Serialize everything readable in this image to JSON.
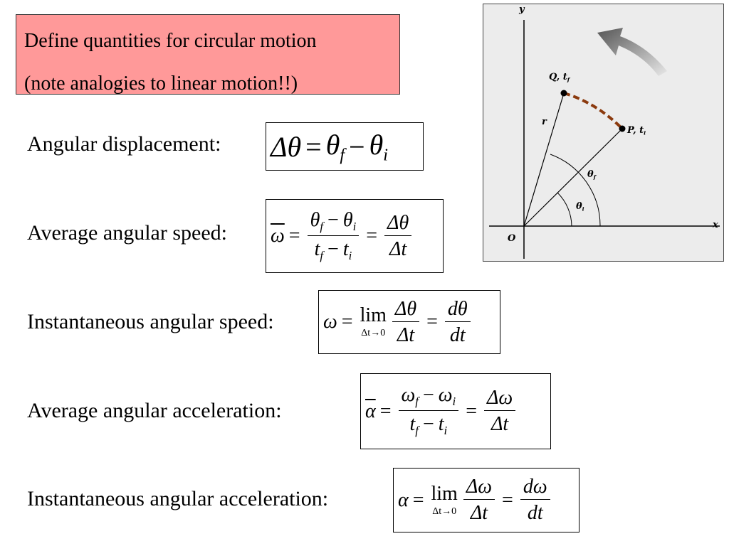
{
  "title": {
    "line1": "Define quantities for circular motion",
    "line2": "(note analogies to linear motion!!)"
  },
  "rows": [
    {
      "label": "Angular displacement:"
    },
    {
      "label": "Average angular speed:"
    },
    {
      "label": "Instantaneous angular speed:"
    },
    {
      "label": "Average angular acceleration:"
    },
    {
      "label": "Instantaneous angular acceleration:"
    }
  ],
  "equations": {
    "displacement": {
      "lhs": "Δθ",
      "eq": "=",
      "t1": "θ",
      "s1": "f",
      "minus": "−",
      "t2": "θ",
      "s2": "i"
    },
    "avg_speed": {
      "lhs": "ω",
      "eq": "=",
      "num_a": "θ",
      "num_a_sub": "f",
      "num_minus": "−",
      "num_b": "θ",
      "num_b_sub": "i",
      "den_a": "t",
      "den_a_sub": "f",
      "den_minus": "−",
      "den_b": "t",
      "den_b_sub": "i",
      "eq2": "=",
      "num2": "Δθ",
      "den2": "Δt"
    },
    "inst_speed": {
      "lhs": "ω",
      "eq": "=",
      "lim": "lim",
      "lim_sub": "Δt→0",
      "num1": "Δθ",
      "den1": "Δt",
      "eq2": "=",
      "num2": "dθ",
      "den2": "dt"
    },
    "avg_accel": {
      "lhs": "α",
      "eq": "=",
      "num_a": "ω",
      "num_a_sub": "f",
      "num_minus": "−",
      "num_b": "ω",
      "num_b_sub": "i",
      "den_a": "t",
      "den_a_sub": "f",
      "den_minus": "−",
      "den_b": "t",
      "den_b_sub": "i",
      "eq2": "=",
      "num2": "Δω",
      "den2": "Δt"
    },
    "inst_accel": {
      "lhs": "α",
      "eq": "=",
      "lim": "lim",
      "lim_sub": "Δt→0",
      "num1": "Δω",
      "den1": "Δt",
      "eq2": "=",
      "num2": "dω",
      "den2": "dt"
    }
  },
  "diagram": {
    "y_label": "y",
    "x_label": "x",
    "origin_label": "O",
    "q_label": "Q, t",
    "q_sub": "f",
    "p_label": "P, t",
    "p_sub": "i",
    "r_label": "r",
    "theta_f_label": "θ",
    "theta_f_sub": "f",
    "theta_i_label": "θ",
    "theta_i_sub": "i",
    "arc_color": "#8b3a0e"
  }
}
